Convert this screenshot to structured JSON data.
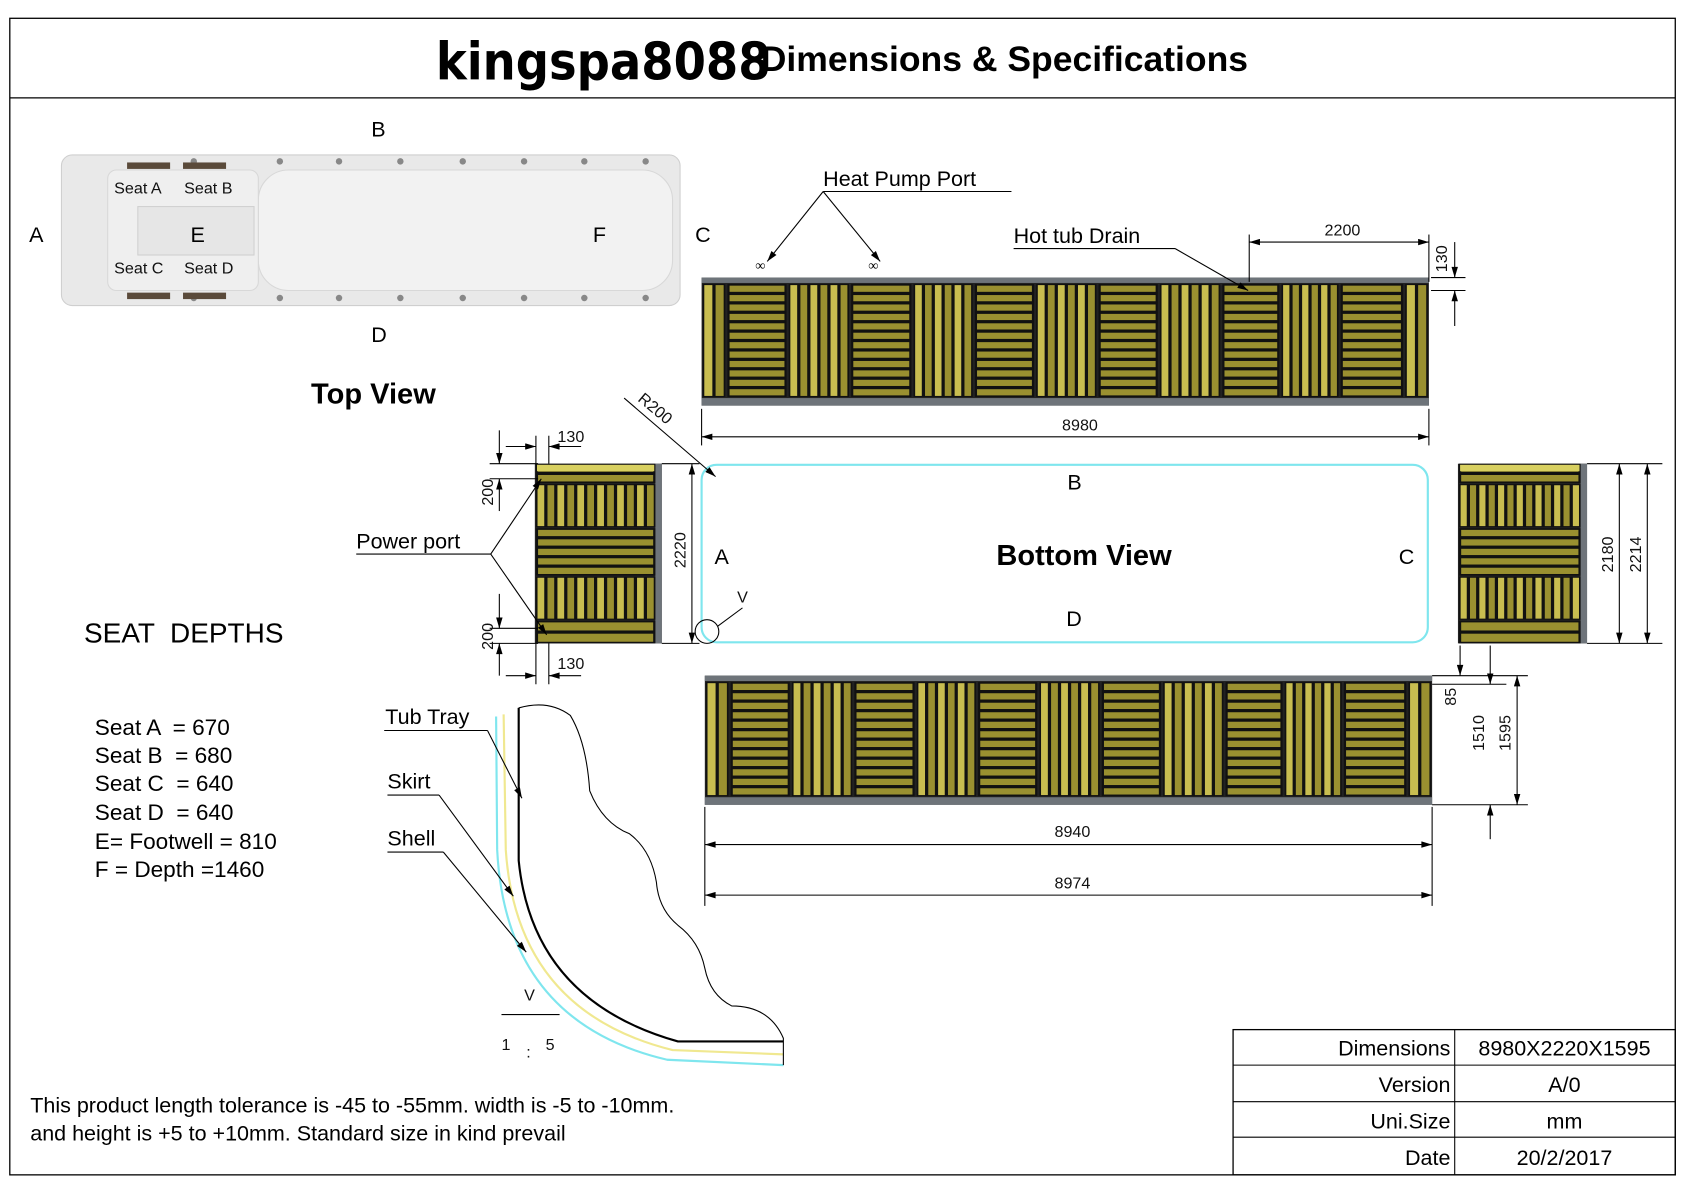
{
  "header": {
    "brand": "kingspa8088",
    "title": "Dimensions & Specifications"
  },
  "top_view": {
    "label": "Top View",
    "sides": {
      "a": "A",
      "b": "B",
      "c": "C",
      "d": "D"
    },
    "zones": {
      "seat_a": "Seat A",
      "seat_b": "Seat B",
      "seat_c": "Seat C",
      "seat_d": "Seat D",
      "e": "E",
      "f": "F"
    }
  },
  "side_view": {
    "heat_pump_port": "Heat Pump Port",
    "hot_tub_drain": "Hot tub Drain",
    "dim_drain": "2200",
    "dim_top": "130",
    "dim_length": "8980"
  },
  "bottom_view": {
    "label": "Bottom View",
    "sides": {
      "a": "A",
      "b": "B",
      "c": "C",
      "d": "D"
    },
    "radius": "R200",
    "detail": "V"
  },
  "end_left": {
    "power_port": "Power port",
    "dim_130_top": "130",
    "dim_200_top": "200",
    "dim_width": "2220",
    "dim_200_bottom": "200",
    "dim_130_bottom": "130"
  },
  "end_right": {
    "dim_2180": "2180",
    "dim_2214": "2214"
  },
  "front_view": {
    "dim_85": "85",
    "dim_1510": "1510",
    "dim_1595": "1595",
    "dim_8940": "8940",
    "dim_8974": "8974"
  },
  "seat_depths": {
    "title": "SEAT  DEPTHS",
    "items": [
      "Seat A  = 670",
      "Seat B  = 680",
      "Seat C  = 640",
      "Seat D  = 640",
      "E= Footwell = 810",
      "F = Depth =1460"
    ]
  },
  "detail": {
    "tub_tray": "Tub Tray",
    "skirt": "Skirt",
    "shell": "Shell",
    "name": "V",
    "scale_left": "1",
    "scale_sep": ":",
    "scale_right": "5"
  },
  "notes": [
    "This product length tolerance is -45 to -55mm. width is -5 to -10mm.",
    "and height is +5 to +10mm. Standard size in kind prevail"
  ],
  "spec_table": [
    {
      "label": "Dimensions",
      "value": "8980X2220X1595"
    },
    {
      "label": "Version",
      "value": "A/0"
    },
    {
      "label": "Uni.Size",
      "value": "mm"
    },
    {
      "label": "Date",
      "value": "20/2/2017"
    }
  ],
  "colors": {
    "wood": "#9a9030",
    "wood_light": "#c8bd50",
    "frame": "#6e747a",
    "cyan": "#7fe6ee",
    "yellow": "#f5f0a0"
  }
}
